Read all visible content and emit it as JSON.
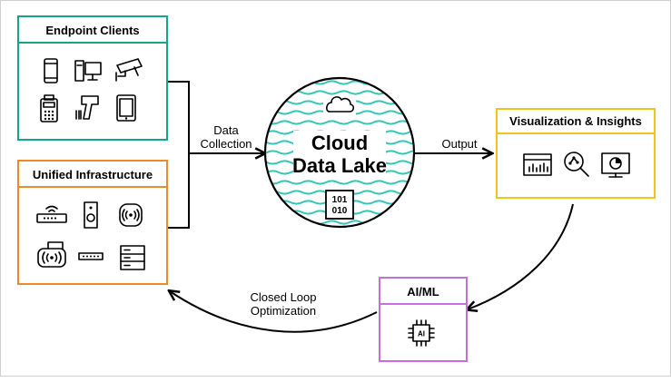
{
  "colors": {
    "endpoint_border": "#17a589",
    "infrastructure_border": "#ee8a2a",
    "visualization_border": "#f2c318",
    "aiml_border": "#c96dd8",
    "wave": "#35c6b6",
    "lines": "#000000"
  },
  "nodes": {
    "endpoint_clients": {
      "title": "Endpoint Clients",
      "icons": [
        "smartphone-icon",
        "desktop-computer-icon",
        "security-camera-icon",
        "payment-terminal-icon",
        "barcode-scanner-icon",
        "tablet-icon"
      ]
    },
    "unified_infrastructure": {
      "title": "Unified Infrastructure",
      "icons": [
        "wifi-router-icon",
        "speaker-icon",
        "wireless-access-point-icon",
        "wifi-device-icon",
        "network-switch-icon",
        "server-rack-icon"
      ]
    },
    "cloud_data_lake": {
      "title_line1": "Cloud",
      "title_line2": "Data Lake",
      "binary_line1": "101",
      "binary_line2": "010",
      "icons": [
        "cloud-icon",
        "binary-data-icon"
      ]
    },
    "visualization_insights": {
      "title": "Visualization & Insights",
      "icons": [
        "dashboard-icon",
        "data-search-icon",
        "pie-chart-monitor-icon"
      ]
    },
    "ai_ml": {
      "title": "AI/ML",
      "chip_label": "AI",
      "icons": [
        "ai-chip-icon"
      ]
    }
  },
  "edges": {
    "data_collection": {
      "line1": "Data",
      "line2": "Collection"
    },
    "output": {
      "label": "Output"
    },
    "closed_loop": {
      "line1": "Closed Loop",
      "line2": "Optimization"
    }
  }
}
